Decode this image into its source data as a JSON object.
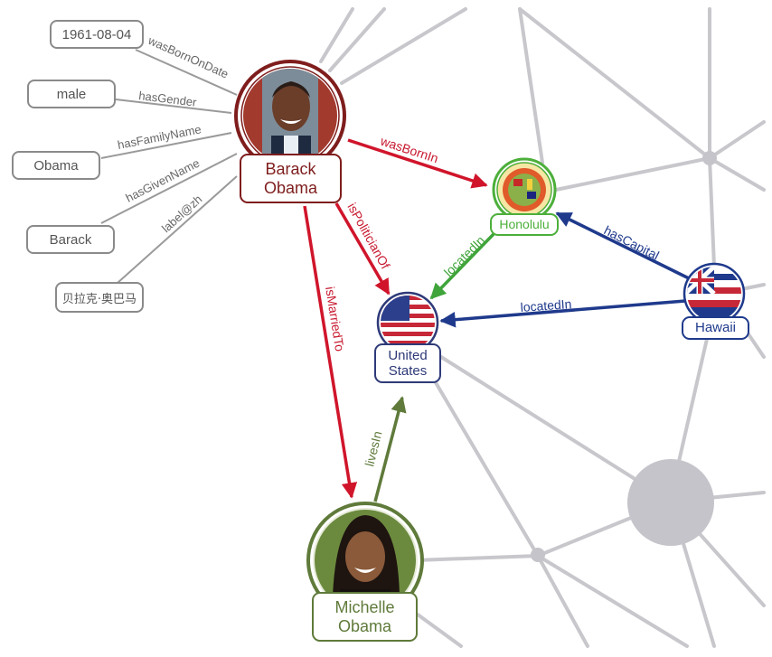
{
  "colors": {
    "background_edge": "#c7c7cc",
    "background_node": "#c4c4ca",
    "literal_border": "#8a8a8a",
    "literal_text": "#555555",
    "barack": "#7f1d1d",
    "barack_edge": "#d0152b",
    "honolulu": "#4caf3a",
    "locatedIn_green": "#3fa43a",
    "hawaii_blue": "#1f3a8c",
    "us_blue": "#2e3a78",
    "michelle": "#5f7a3a"
  },
  "nodes": {
    "barack": {
      "label_line1": "Barack",
      "label_line2": "Obama",
      "image": "portrait-barack-obama"
    },
    "honolulu": {
      "label": "Honolulu",
      "image": "seal-city-county-honolulu"
    },
    "united_states": {
      "label_line1": "United",
      "label_line2": "States",
      "image": "flag-united-states"
    },
    "hawaii": {
      "label": "Hawaii",
      "image": "flag-hawaii"
    },
    "michelle": {
      "label_line1": "Michelle",
      "label_line2": "Obama",
      "image": "portrait-michelle-obama"
    }
  },
  "literals": [
    {
      "id": "birthdate",
      "value": "1961-08-04",
      "predicate": "wasBornOnDate"
    },
    {
      "id": "gender",
      "value": "male",
      "predicate": "hasGender"
    },
    {
      "id": "family_name",
      "value": "Obama",
      "predicate": "hasFamilyName"
    },
    {
      "id": "given_name",
      "value": "Barack",
      "predicate": "hasGivenName"
    },
    {
      "id": "label_zh",
      "value": "贝拉克·奥巴马",
      "predicate": "label@zh"
    }
  ],
  "edges": [
    {
      "from": "Barack Obama",
      "to": "Honolulu",
      "label": "wasBornIn"
    },
    {
      "from": "Barack Obama",
      "to": "United States",
      "label": "isPoliticianOf"
    },
    {
      "from": "Barack Obama",
      "to": "Michelle Obama",
      "label": "isMarriedTo"
    },
    {
      "from": "Honolulu",
      "to": "United States",
      "label": "locatedIn"
    },
    {
      "from": "Hawaii",
      "to": "Honolulu",
      "label": "hasCapital"
    },
    {
      "from": "Hawaii",
      "to": "United States",
      "label": "locatedIn"
    },
    {
      "from": "Michelle Obama",
      "to": "United States",
      "label": "livesIn"
    }
  ]
}
